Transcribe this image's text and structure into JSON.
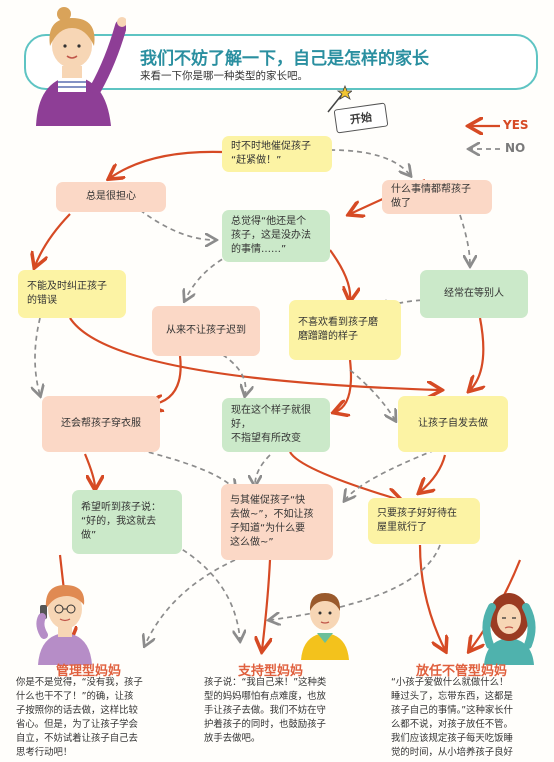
{
  "header": {
    "title": "我们不妨了解一下，自己是怎样的家长",
    "subtitle": "来看一下你是哪一种类型的家长吧。"
  },
  "start_label": "开始",
  "legend": {
    "yes": "YES",
    "no": "NO"
  },
  "colors": {
    "yes": "#d64a24",
    "no": "#8c8c8c",
    "banner": "#5ec4c3",
    "yellow": "#fcf3a4",
    "pink": "#fbd8c6",
    "green": "#cbe9c9",
    "type_title": "#e0603e"
  },
  "nodes": {
    "n1": [
      "时不时地催促孩子",
      "“赶紧做！”"
    ],
    "n2": [
      "总是很担心"
    ],
    "n3": [
      "什么事情都帮孩子",
      "做了"
    ],
    "n4": [
      "总觉得“他还是个",
      "孩子，这是没办法",
      "的事情……”"
    ],
    "n5": [
      "不能及时纠正孩子",
      "的错误"
    ],
    "n6": [
      "经常在等别人"
    ],
    "n7": [
      "从来不让孩子迟到"
    ],
    "n8": [
      "不喜欢看到孩子磨",
      "磨蹭蹭的样子"
    ],
    "n9": [
      "还会帮孩子穿衣服"
    ],
    "n10": [
      "现在这个样子就很好，",
      "不指望有所改变"
    ],
    "n11": [
      "让孩子自发去做"
    ],
    "n12": [
      "希望听到孩子说：",
      "“好的，我这就去",
      "做”"
    ],
    "n13": [
      "与其催促孩子“快",
      "去做~”，不如让孩",
      "子知道“为什么要",
      "这么做~”"
    ],
    "n14": [
      "只要孩子好好待在",
      "屋里就行了"
    ]
  },
  "types": [
    {
      "title": "管理型妈妈",
      "lines": [
        "你是不是觉得，“没有我，孩子",
        "什么也干不了！”的确，让孩",
        "子按照你的话去做，这样比较",
        "省心。但是，为了让孩子学会",
        "自立，不妨试着让孩子自己去",
        "思考行动吧！"
      ]
    },
    {
      "title": "支持型妈妈",
      "lines": [
        "孩子说：“我自己来！”这种类",
        "型的妈妈哪怕有点难度，也放",
        "手让孩子去做。我们不妨在守",
        "护着孩子的同时，也鼓励孩子",
        "放手去做吧。"
      ]
    },
    {
      "title": "放任不管型妈妈",
      "lines": [
        "“小孩子爱做什么就做什么！",
        "睡过头了，忘带东西，这都是",
        "孩子自己的事情。”这种家长什",
        "么都不说，对孩子放任不管。",
        "我们应该规定孩子每天吃饭睡",
        "觉的时间，从小培养孩子良好"
      ]
    }
  ]
}
